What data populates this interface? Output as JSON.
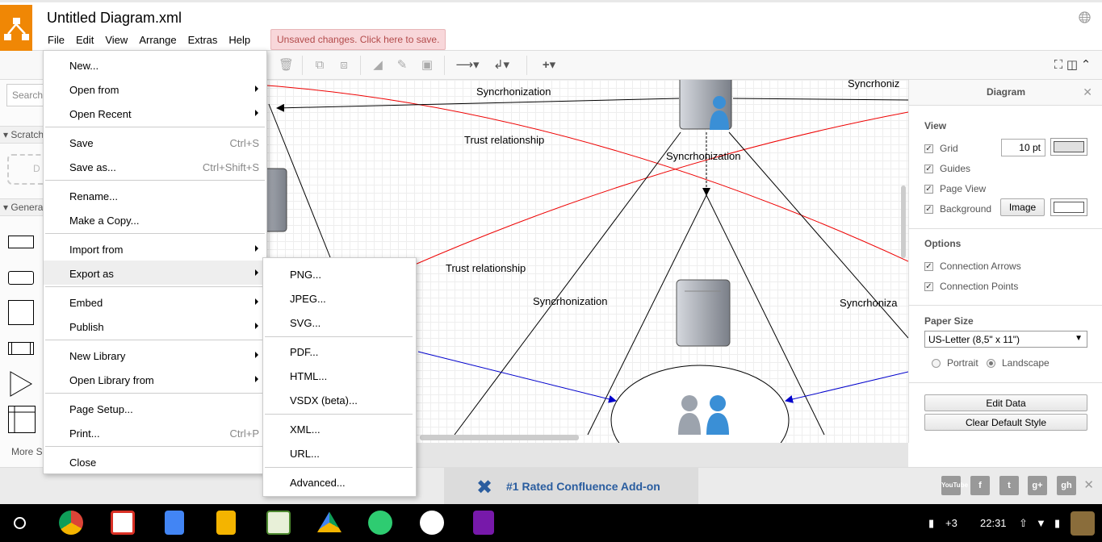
{
  "header": {
    "title": "Untitled Diagram.xml",
    "menus": [
      "File",
      "Edit",
      "View",
      "Arrange",
      "Extras",
      "Help"
    ],
    "unsaved": "Unsaved changes. Click here to save.",
    "accent": "#f08705"
  },
  "left": {
    "search_placeholder": "Search",
    "scratchpad": "Scratch",
    "scratch_drop": "D",
    "general": "Genera",
    "more_shapes": "More S"
  },
  "canvas": {
    "labels": {
      "sync_top": "Syncrhonization",
      "sync_top_right": "Syncrhoniz",
      "trust_top": "Trust relationship",
      "sync_center": "Syncrhonization",
      "trust_mid": "Trust relationship",
      "sync_left": "Syncrhonization",
      "sync_right": "Syncrhoniza"
    }
  },
  "right_panel": {
    "title": "Diagram",
    "view_title": "View",
    "grid": "Grid",
    "grid_size": "10 pt",
    "guides": "Guides",
    "page_view": "Page View",
    "background": "Background",
    "image_button": "Image",
    "options_title": "Options",
    "connection_arrows": "Connection Arrows",
    "connection_points": "Connection Points",
    "paper_size_title": "Paper Size",
    "paper_size": "US-Letter (8,5\" x 11\")",
    "portrait": "Portrait",
    "landscape": "Landscape",
    "edit_data": "Edit Data",
    "clear_style": "Clear Default Style"
  },
  "file_menu": {
    "new": "New...",
    "open_from": "Open from",
    "open_recent": "Open Recent",
    "save": "Save",
    "save_sc": "Ctrl+S",
    "save_as": "Save as...",
    "save_as_sc": "Ctrl+Shift+S",
    "rename": "Rename...",
    "make_copy": "Make a Copy...",
    "import_from": "Import from",
    "export_as": "Export as",
    "embed": "Embed",
    "publish": "Publish",
    "new_library": "New Library",
    "open_library": "Open Library from",
    "page_setup": "Page Setup...",
    "print": "Print...",
    "print_sc": "Ctrl+P",
    "close": "Close"
  },
  "export_menu": {
    "png": "PNG...",
    "jpeg": "JPEG...",
    "svg": "SVG...",
    "pdf": "PDF...",
    "html": "HTML...",
    "vsdx": "VSDX (beta)...",
    "xml": "XML...",
    "url": "URL...",
    "advanced": "Advanced..."
  },
  "footer": {
    "ad": "#1 Rated Confluence Add-on",
    "social": [
      "YouTube",
      "f",
      "t",
      "g+",
      "gh"
    ]
  },
  "taskbar": {
    "notifications": "+3",
    "time": "22:31"
  }
}
